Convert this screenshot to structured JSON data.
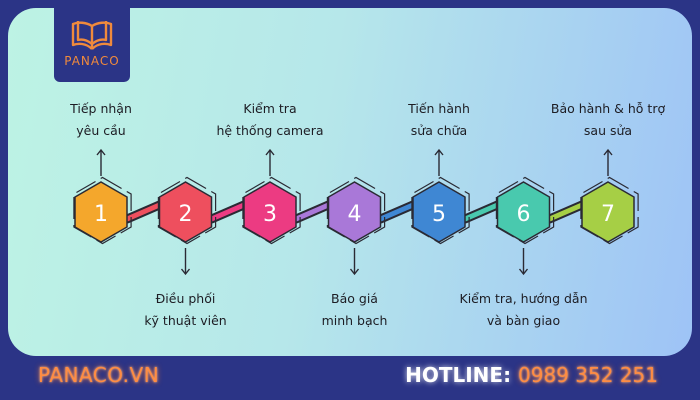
{
  "brand": {
    "logo_text": "PANACO"
  },
  "colors": {
    "background": "#2b3486",
    "accent": "#f08a3c",
    "link_bar": "#f2a54a"
  },
  "steps": [
    {
      "number": "1",
      "color": "#f4a72c",
      "label_lines": [
        "Tiếp nhận",
        "yêu cầu"
      ],
      "position": "above"
    },
    {
      "number": "2",
      "color": "#ee4f5e",
      "label_lines": [
        "Điều phối",
        "kỹ thuật viên"
      ],
      "position": "below"
    },
    {
      "number": "3",
      "color": "#ec3b82",
      "label_lines": [
        "Kiểm tra",
        "hệ thống camera"
      ],
      "position": "above"
    },
    {
      "number": "4",
      "color": "#a978d8",
      "label_lines": [
        "Báo giá",
        "minh bạch"
      ],
      "position": "below"
    },
    {
      "number": "5",
      "color": "#3f87d3",
      "label_lines": [
        "Tiến hành",
        "sửa chữa"
      ],
      "position": "above"
    },
    {
      "number": "6",
      "color": "#49c9ae",
      "label_lines": [
        "Kiểm tra, hướng dẫn",
        "và bàn giao"
      ],
      "position": "below"
    },
    {
      "number": "7",
      "color": "#a6cf45",
      "label_lines": [
        "Bảo hành & hỗ trợ",
        "sau sửa"
      ],
      "position": "above"
    }
  ],
  "footer": {
    "website": "PANACO.VN",
    "hotline_label": "HOTLINE:",
    "hotline_number": "0989 352 251"
  }
}
